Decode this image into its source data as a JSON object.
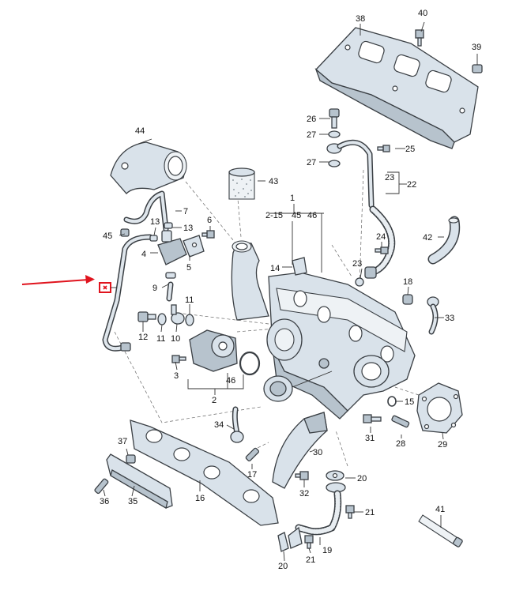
{
  "callouts": {
    "c1": "1",
    "c2": "2",
    "c3": "3",
    "c4": "4",
    "c5": "5",
    "c6": "6",
    "c7": "7",
    "c9": "9",
    "c10": "10",
    "c11a": "11",
    "c11b": "11",
    "c12": "12",
    "c13a": "13",
    "c13b": "13",
    "c14": "14",
    "c15": "15",
    "c16": "16",
    "c17": "17",
    "c18": "18",
    "c19": "19",
    "c20a": "20",
    "c20b": "20",
    "c21a": "21",
    "c21b": "21",
    "c22": "22",
    "c23a": "23",
    "c23b": "23",
    "c24": "24",
    "c25": "25",
    "c26": "26",
    "c27a": "27",
    "c27b": "27",
    "c28": "28",
    "c29": "29",
    "c30": "30",
    "c31": "31",
    "c32": "32",
    "c33": "33",
    "c34": "34",
    "c35": "35",
    "c36": "36",
    "c37": "37",
    "c38": "38",
    "c39": "39",
    "c40": "40",
    "c41": "41",
    "c42": "42",
    "c43": "43",
    "c44": "44",
    "c45a": "45",
    "c45b": "45",
    "c46a": "46",
    "c46b": "46",
    "c215": "2-15"
  },
  "highlight": {
    "color": "#e0141e"
  }
}
